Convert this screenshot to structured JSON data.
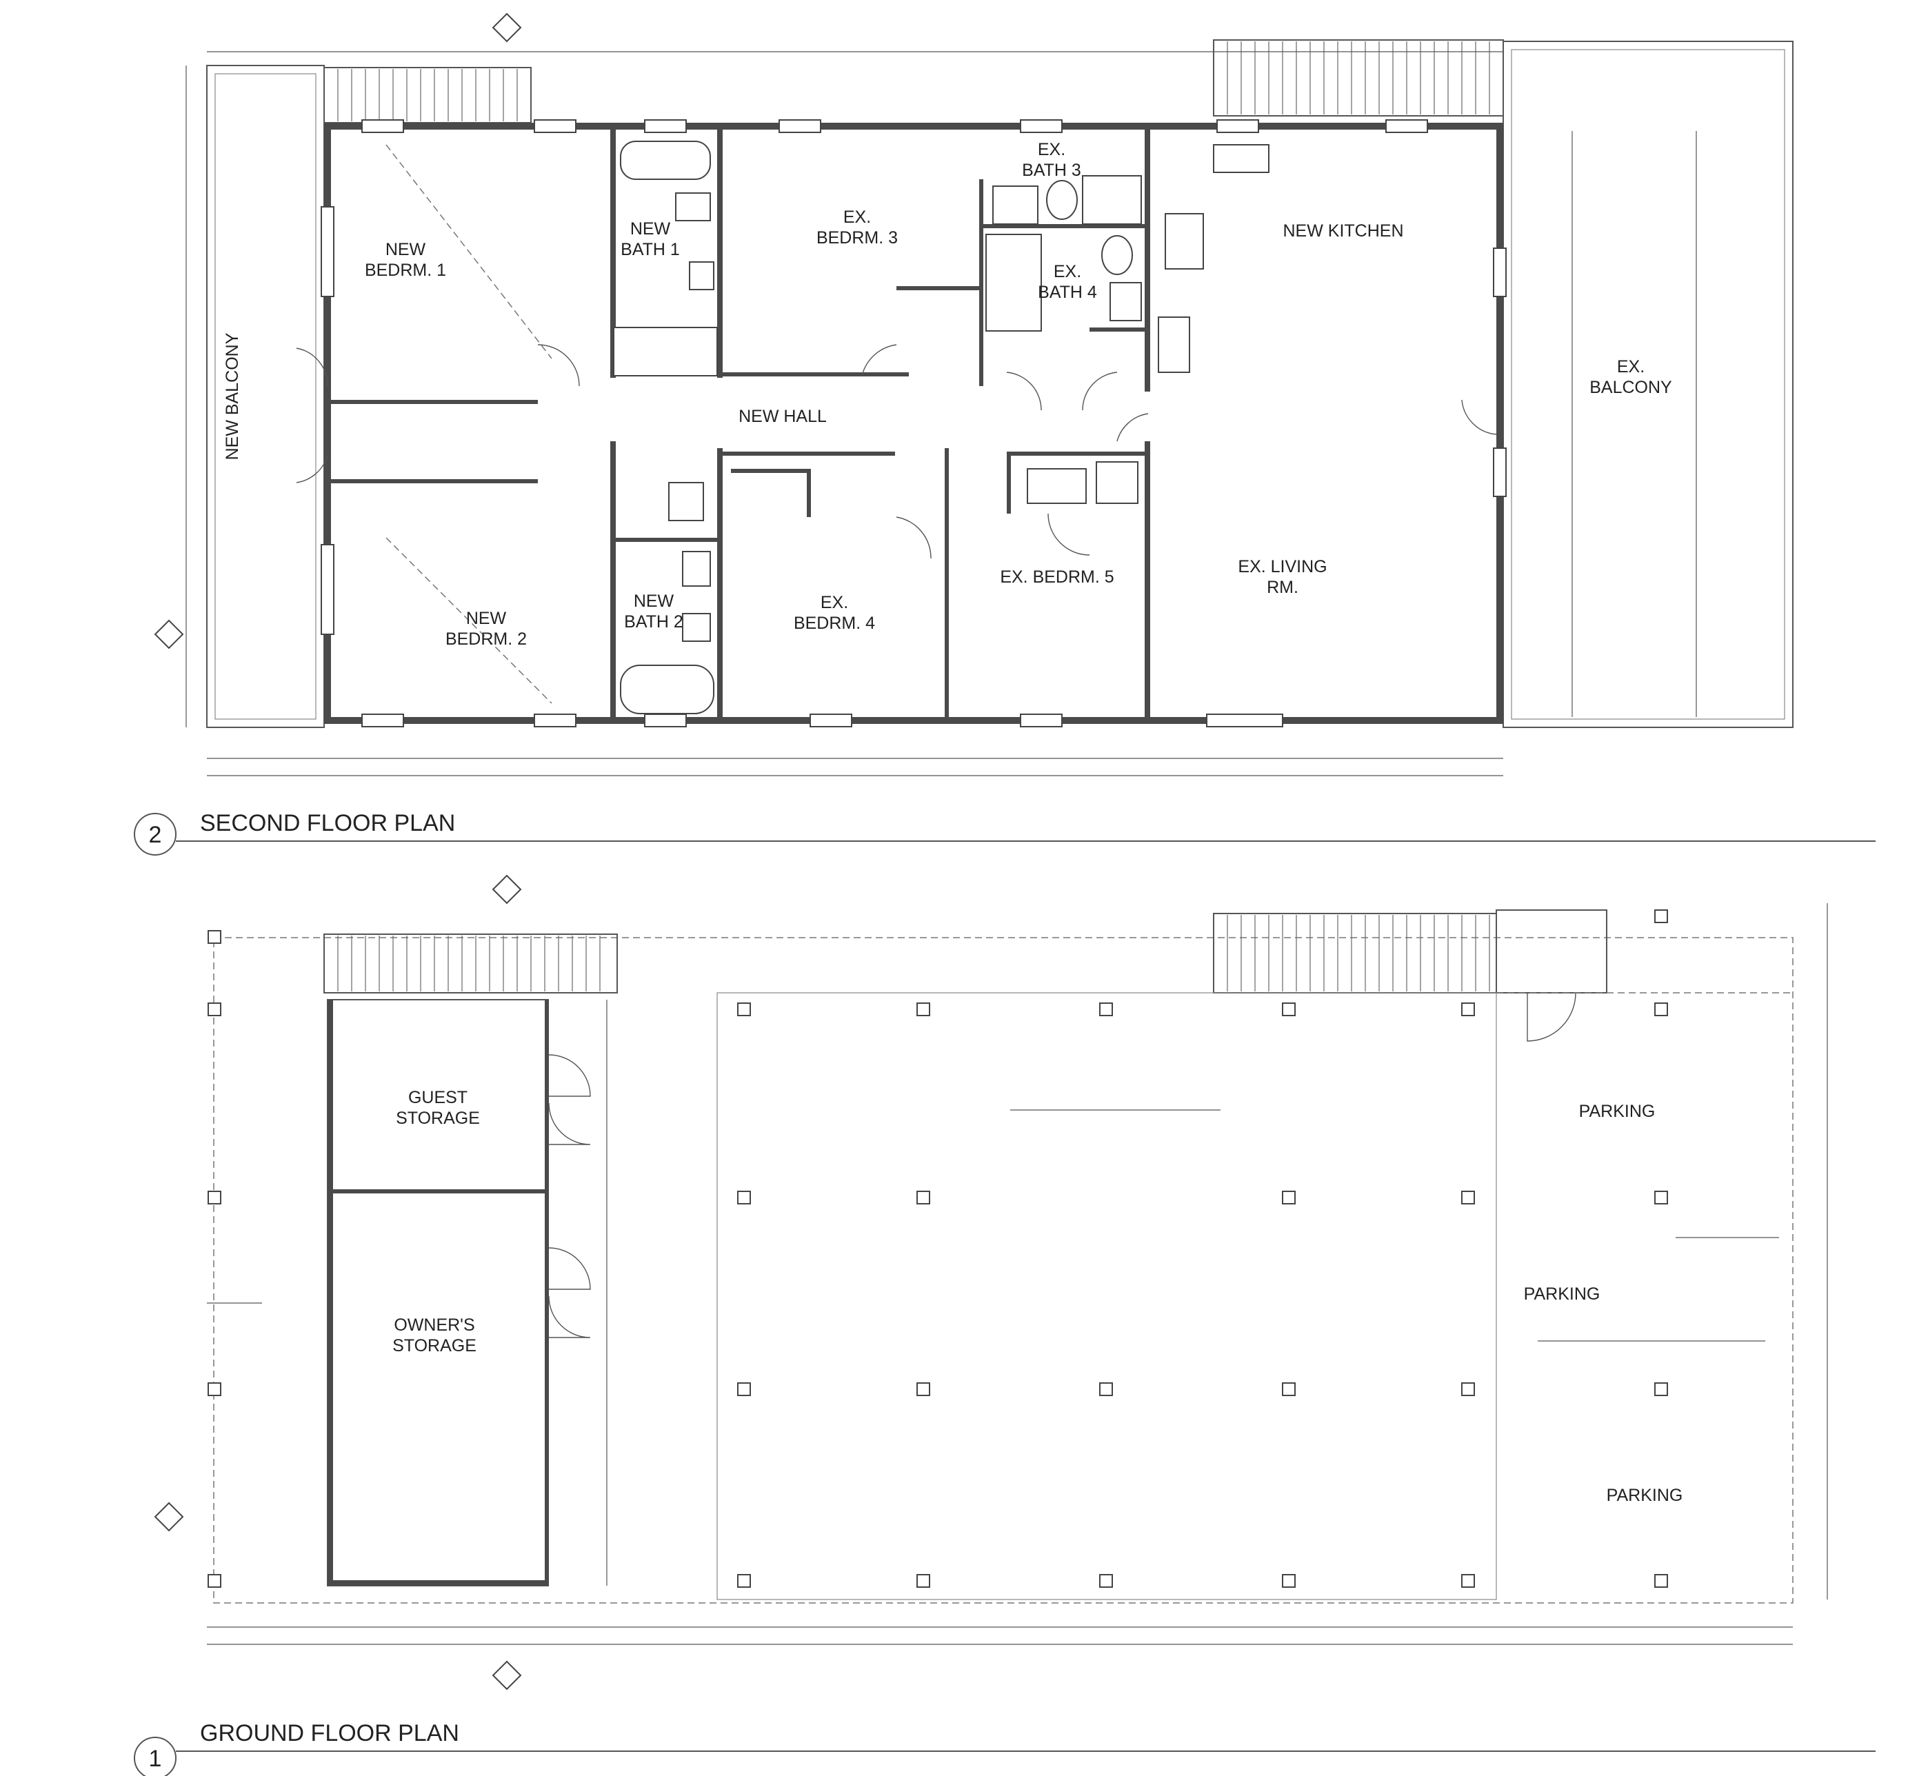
{
  "second_floor": {
    "title": "SECOND FLOOR PLAN",
    "number": "2",
    "rooms": {
      "new_balcony": "NEW BALCONY",
      "bedrm1_a": "NEW",
      "bedrm1_b": "BEDRM. 1",
      "bath1_a": "NEW",
      "bath1_b": "BATH 1",
      "ex_bedrm3_a": "EX.",
      "ex_bedrm3_b": "BEDRM. 3",
      "ex_bath3_a": "EX.",
      "ex_bath3_b": "BATH 3",
      "ex_bath4_a": "EX.",
      "ex_bath4_b": "BATH 4",
      "new_kitchen": "NEW KITCHEN",
      "ex_balcony_a": "EX.",
      "ex_balcony_b": "BALCONY",
      "new_hall": "NEW HALL",
      "bedrm2_a": "NEW",
      "bedrm2_b": "BEDRM. 2",
      "bath2_a": "NEW",
      "bath2_b": "BATH 2",
      "ex_bedrm4_a": "EX.",
      "ex_bedrm4_b": "BEDRM. 4",
      "ex_bedrm5": "EX. BEDRM. 5",
      "ex_living_a": "EX. LIVING",
      "ex_living_b": "RM."
    }
  },
  "ground_floor": {
    "title": "GROUND FLOOR PLAN",
    "number": "1",
    "rooms": {
      "guest_storage_a": "GUEST",
      "guest_storage_b": "STORAGE",
      "owners_storage_a": "OWNER'S",
      "owners_storage_b": "STORAGE",
      "parking_1": "PARKING",
      "parking_2": "PARKING",
      "parking_3": "PARKING"
    }
  },
  "colors": {
    "wall": "#4a4a4a",
    "line": "#555555",
    "paper": "#ffffff"
  }
}
